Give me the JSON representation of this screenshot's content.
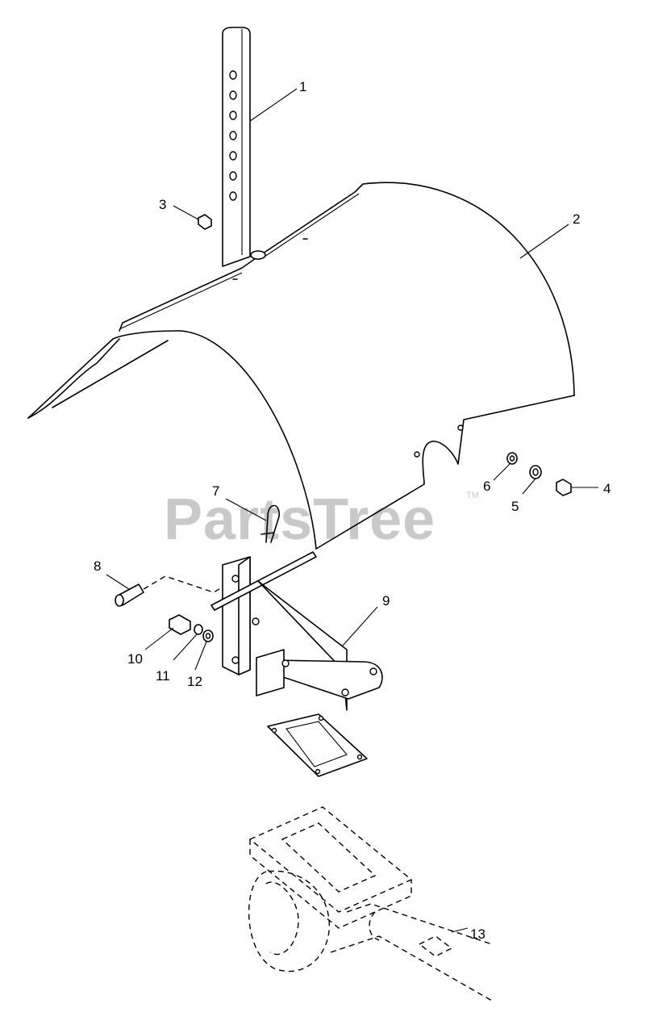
{
  "watermark": {
    "text": "PartsTree",
    "trademark": "TM"
  },
  "callouts": [
    "1",
    "2",
    "3",
    "4",
    "5",
    "6",
    "7",
    "8",
    "9",
    "10",
    "11",
    "12",
    "13"
  ]
}
